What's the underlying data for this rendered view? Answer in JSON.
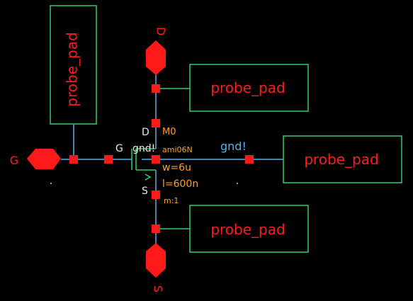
{
  "colors": {
    "background": "#000000",
    "wire": "#4fb6e6",
    "instance": "#2fd06a",
    "pin": "#ff1a1a",
    "terminal_text": "#e8e8e8",
    "device_text": "#ffa020",
    "net_label": "#4fb6e6",
    "grid_dot": "#d0d0d0"
  },
  "pins": {
    "gate": "G",
    "drain": "D",
    "source": "S"
  },
  "probe_pads": {
    "left": "probe_pad",
    "drain": "probe_pad",
    "bulk": "probe_pad",
    "source": "probe_pad"
  },
  "transistor": {
    "instance_name": "M0",
    "model": "ami06N",
    "width": "w=6u",
    "length": "l=600n",
    "multiplier": "m:1",
    "terminal_gate": "G",
    "terminal_drain": "D",
    "terminal_source": "S",
    "bulk_terminal": "gnd!"
  },
  "net_labels": {
    "bulk_net": "gnd!"
  }
}
